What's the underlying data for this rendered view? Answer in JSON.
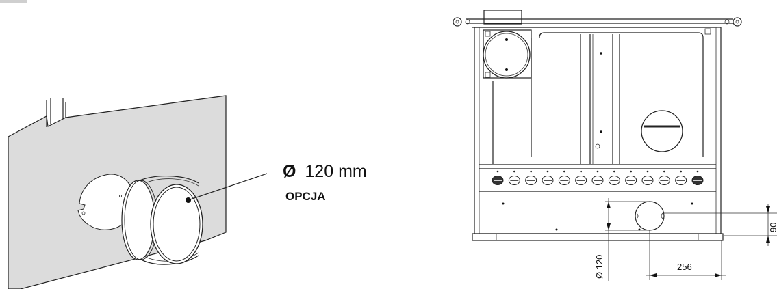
{
  "left": {
    "diameter_symbol": "Ø",
    "diameter_value": "120 mm",
    "option_label": "OPCJA"
  },
  "right": {
    "dim_diameter": "Ø 120",
    "dim_horizontal": "256",
    "dim_vertical": "90"
  },
  "colors": {
    "panel_fill": "#dcdcdc",
    "line": "#222222",
    "background": "#ffffff"
  }
}
